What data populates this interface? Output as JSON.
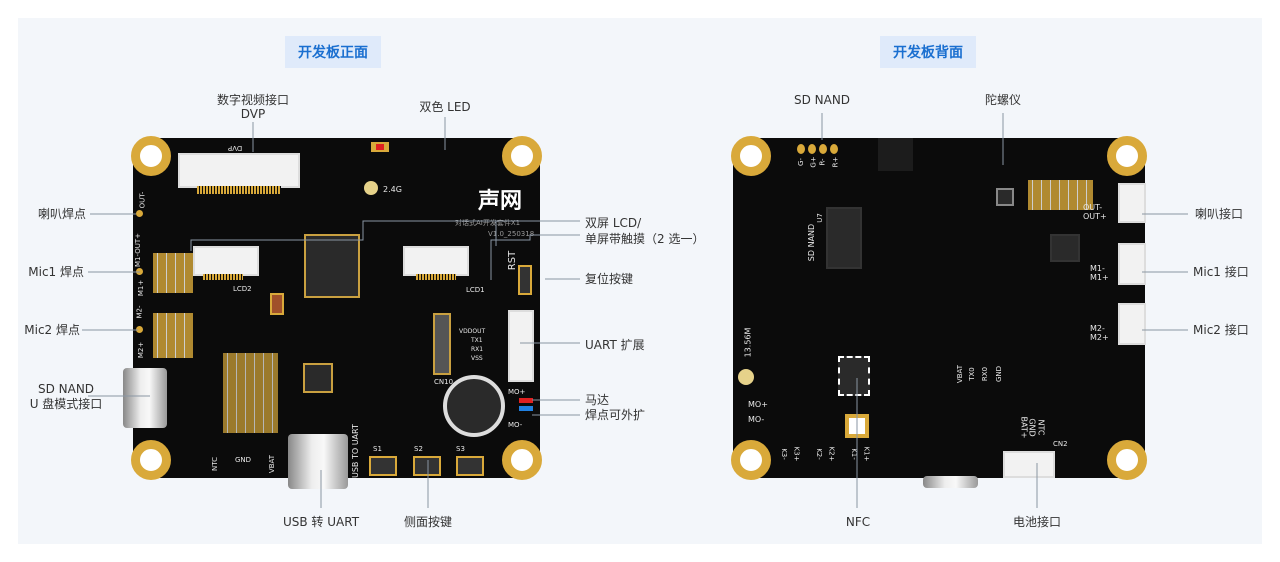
{
  "front": {
    "title": "开发板正面",
    "labels": {
      "dvp_1": "数字视频接口",
      "dvp_2": "DVP",
      "led": "双色 LED",
      "speaker": "喇叭焊点",
      "mic1": "Mic1 焊点",
      "mic2": "Mic2 焊点",
      "sd_1": "SD NAND",
      "sd_2": "U 盘模式接口",
      "lcd_1": "双屏 LCD/",
      "lcd_2": "单屏带触摸（2 选一）",
      "reset": "复位按键",
      "uart": "UART 扩展",
      "motor_1": "马达",
      "motor_2": "焊点可外扩",
      "usb_uart": "USB 转 UART",
      "side_keys": "侧面按键"
    },
    "silk": {
      "dvp": "DVP",
      "ant": "2.4G",
      "brand": "声网",
      "kit": "对话式AI开发套件X1",
      "version": "V1.0_250318",
      "rst": "RST",
      "vddout": "VDDOUT",
      "tx1": "TX1",
      "rx1": "RX1",
      "vss": "VSS",
      "cn10": "CN10",
      "mo_plus": "MO+",
      "mo_minus": "MO-",
      "usb_to_uart": "USB TO UART",
      "s1": "S1",
      "s2": "S2",
      "s3": "S3",
      "out_minus": "OUT-",
      "m1_out": "M1-OUT+",
      "m1_plus": "M1+",
      "m2_minus": "M2-",
      "m2_plus": "M2+",
      "ntc": "NTC",
      "gnd": "GND",
      "vbat": "VBAT",
      "lcd1": "LCD1",
      "lcd2": "LCD2"
    }
  },
  "back": {
    "title": "开发板背面",
    "labels": {
      "sd": "SD NAND",
      "gyro": "陀螺仪",
      "speaker": "喇叭接口",
      "mic1": "Mic1 接口",
      "mic2": "Mic2 接口",
      "nfc": "NFC",
      "battery": "电池接口"
    },
    "silk": {
      "g_minus": "G-",
      "g_plus": "G+",
      "r_minus": "R-",
      "r_plus": "R+",
      "sd_nand": "SD NAND",
      "u7": "U7",
      "out_minus": "OUT-",
      "out_plus": "OUT+",
      "m1_minus": "M1-",
      "m1_plus": "M1+",
      "m2_minus": "M2-",
      "m2_plus": "M2+",
      "freq": "13.56M",
      "mo_plus": "MO+",
      "mo_minus": "MO-",
      "k3m": "K3-",
      "k3p": "K3+",
      "k2m": "K2-",
      "k2p": "K2+",
      "k1m": "K1-",
      "k1p": "K1+",
      "vbat": "VBAT",
      "tx0": "TX0",
      "rx0": "RX0",
      "gnd": "GND",
      "ntc": "NTC",
      "gnd2": "GND",
      "bat": "BAT+",
      "cn2": "CN2"
    }
  },
  "colors": {
    "accent": "#1a6fd0",
    "board": "#0b0b0b",
    "gold": "#d9a93a"
  }
}
